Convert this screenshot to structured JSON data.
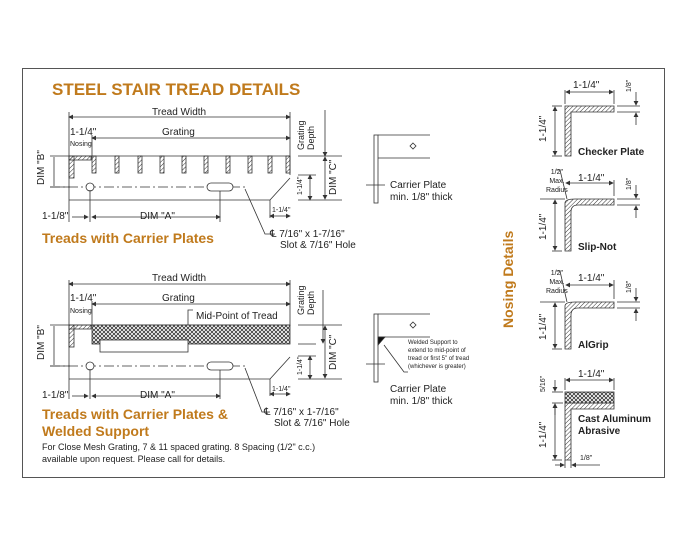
{
  "main_title": "STEEL STAIR TREAD DETAILS",
  "accent_color": "#c07a1c",
  "section1": {
    "title": "Treads with Carrier Plates",
    "tread_width": "Tread Width",
    "grating": "Grating",
    "nosing_dim": "1-1/4\"",
    "nosing": "Nosing",
    "grating_depth": "Grating Depth",
    "dim_b": "DIM \"B\"",
    "dim_c": "DIM \"C\"",
    "dim_a": "DIM \"A\"",
    "left_offset": "1-1/8\"",
    "right_vertical": "1-1/4\"",
    "right_horizontal": "1-1/4\"",
    "slot_note_line1": "℄ 7/16\" x 1-7/16\"",
    "slot_note_line2": "Slot & 7/16\" Hole",
    "carrier_plate_line1": "Carrier Plate",
    "carrier_plate_line2": "min. 1/8\" thick"
  },
  "section2": {
    "title_line1": "Treads with Carrier Plates &",
    "title_line2": "Welded Support",
    "tread_width": "Tread Width",
    "grating": "Grating",
    "nosing_dim": "1-1/4\"",
    "nosing": "Nosing",
    "grating_depth": "Grating Depth",
    "mid_point": "Mid-Point of Tread",
    "dim_b": "DIM \"B\"",
    "dim_c": "DIM \"C\"",
    "dim_a": "DIM \"A\"",
    "left_offset": "1-1/8\"",
    "right_vertical": "1-1/4\"",
    "right_horizontal": "1-1/4\"",
    "slot_note_line1": "℄ 7/16\" x 1-7/16\"",
    "slot_note_line2": "Slot & 7/16\" Hole",
    "welded_note": [
      "Welded Support to",
      "extend to mid-point of",
      "tread or first 5\" of tread",
      "(whichever is greater)"
    ],
    "carrier_plate_line1": "Carrier Plate",
    "carrier_plate_line2": "min. 1/8\" thick",
    "footnote_line1": "For Close Mesh Grating, 7 & 11 spaced grating. 8 Spacing (1/2\" c.c.)",
    "footnote_line2": "available upon request. Please call for details."
  },
  "nosing_details": {
    "title": "Nosing Details",
    "items": [
      {
        "name": "Checker Plate",
        "width": "1-1/4\"",
        "height": "1-1/4\"",
        "thickness": "1/8\""
      },
      {
        "name": "Slip-Not",
        "width": "1-1/4\"",
        "height": "1-1/4\"",
        "thickness": "1/8\"",
        "radius": [
          "1/2\"",
          "Max.",
          "Radius"
        ]
      },
      {
        "name": "AlGrip",
        "width": "1-1/4\"",
        "height": "1-1/4\"",
        "thickness": "1/8\"",
        "radius": [
          "1/2\"",
          "Max.",
          "Radius"
        ]
      },
      {
        "name_line1": "Cast Aluminum",
        "name_line2": "Abrasive",
        "width": "1-1/4\"",
        "height": "1-1/4\"",
        "top_thickness": "5/16\"",
        "bottom_thickness": "1/8\""
      }
    ]
  }
}
